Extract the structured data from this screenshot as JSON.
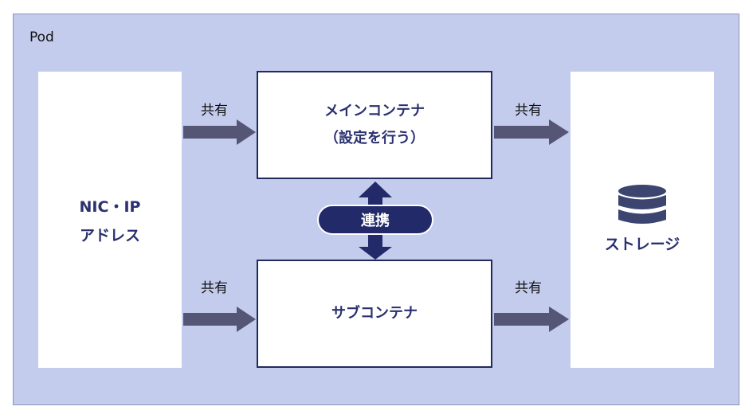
{
  "pod_label": "Pod",
  "nic": {
    "line1": "NIC・IP",
    "line2": "アドレス"
  },
  "main_container": {
    "line1": "メインコンテナ",
    "line2": "（設定を行う）"
  },
  "sub_container": {
    "label": "サブコンテナ"
  },
  "storage": {
    "label": "ストレージ",
    "icon": "database-icon"
  },
  "link_label": "連携",
  "share_labels": {
    "nic_to_main": "共有",
    "main_to_storage": "共有",
    "nic_to_sub": "共有",
    "sub_to_storage": "共有"
  },
  "colors": {
    "pod_bg": "#c3ccec",
    "arrow": "#555575",
    "box_border": "#222a5c",
    "text_accent": "#2a3170"
  }
}
